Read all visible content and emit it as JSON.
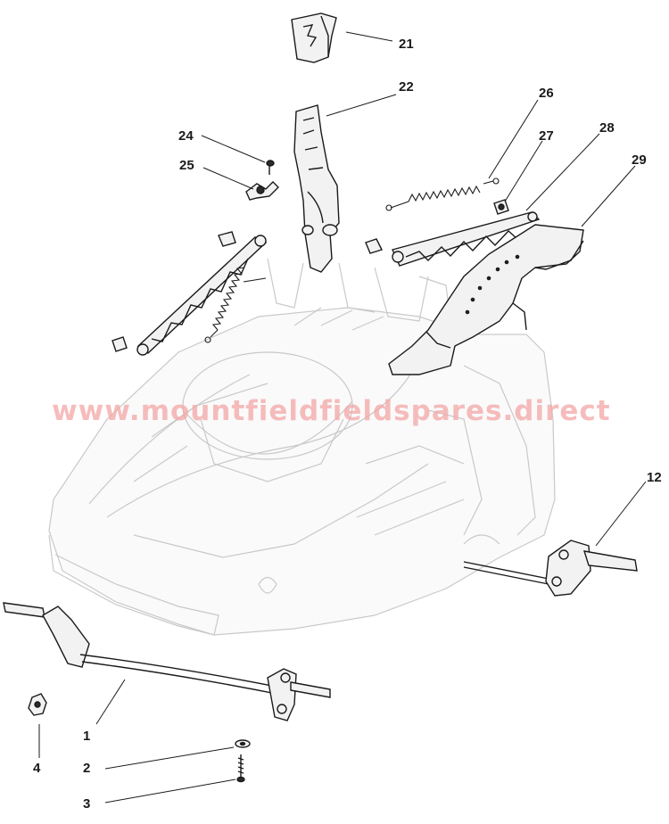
{
  "watermark": "www.mountfieldfieldspares.direct",
  "callouts": [
    {
      "id": "21",
      "label": "21"
    },
    {
      "id": "22",
      "label": "22"
    },
    {
      "id": "24",
      "label": "24"
    },
    {
      "id": "25",
      "label": "25"
    },
    {
      "id": "26",
      "label": "26"
    },
    {
      "id": "27",
      "label": "27"
    },
    {
      "id": "28",
      "label": "28"
    },
    {
      "id": "29",
      "label": "29"
    },
    {
      "id": "12",
      "label": "12"
    },
    {
      "id": "1",
      "label": "1"
    },
    {
      "id": "4",
      "label": "4"
    },
    {
      "id": "2",
      "label": "2"
    },
    {
      "id": "3",
      "label": "3"
    }
  ],
  "colors": {
    "line": "#1a1a1a",
    "ghost": "#c9c9c9",
    "watermark": "#f3a6a6"
  }
}
